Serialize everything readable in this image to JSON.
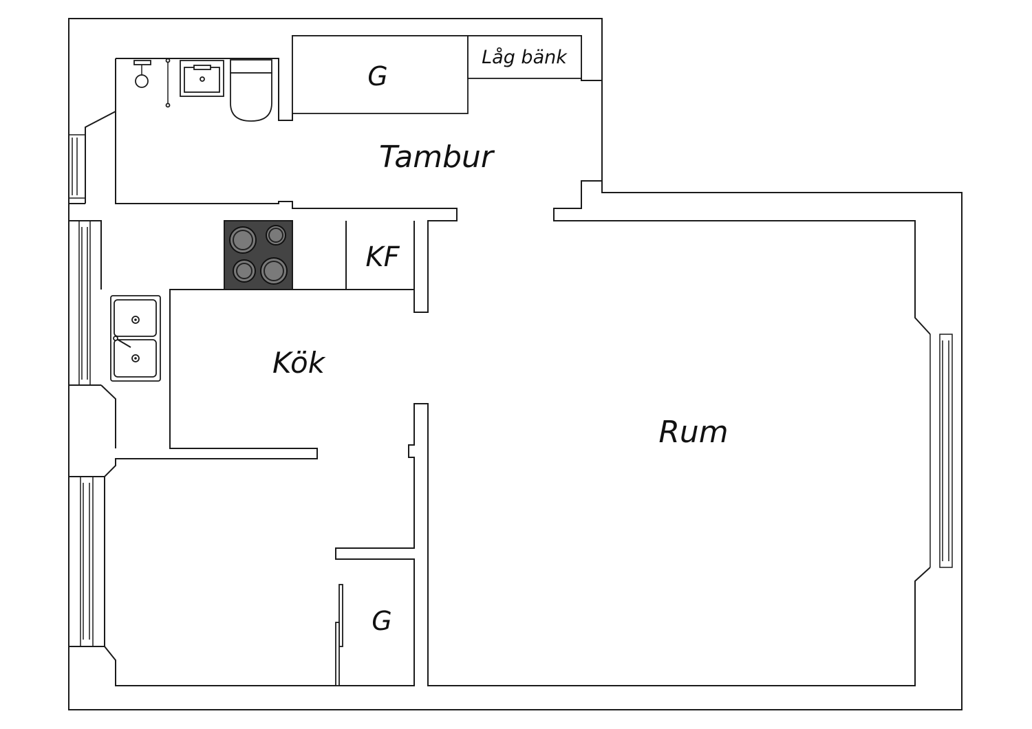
{
  "floor_plan": {
    "rooms": {
      "tambur": "Tambur",
      "kok": "Kök",
      "rum": "Rum"
    },
    "fixtures": {
      "garderob_top": "G",
      "lag_bank": "Låg bänk",
      "kyl_frys": "KF",
      "garderob_bottom": "G"
    },
    "colors": {
      "wall_stroke": "#1a1a1a",
      "background": "#ffffff",
      "stove": "#444444",
      "burner": "#7a7a7a"
    }
  }
}
